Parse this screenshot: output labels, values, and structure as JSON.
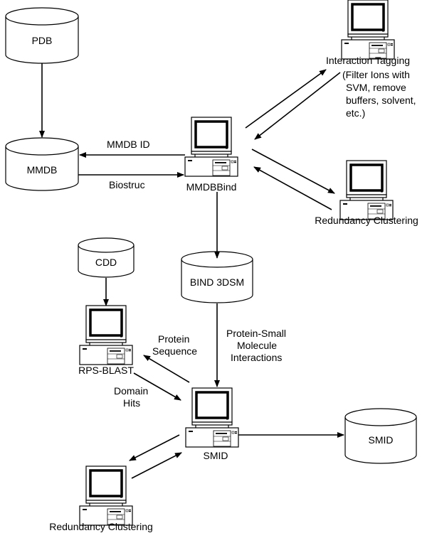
{
  "diagram": {
    "title": "",
    "databases": {
      "pdb": {
        "label": "PDB"
      },
      "mmdb": {
        "label": "MMDB"
      },
      "cdd": {
        "label": "CDD"
      },
      "bind3dsm": {
        "label": "BIND 3DSM"
      },
      "smid_db": {
        "label": "SMID"
      }
    },
    "computers": {
      "mmdbbind": {
        "label": "MMDBBind"
      },
      "interaction_tagging": {
        "label": "Interaction Tagging",
        "note_lines": [
          "(Filter Ions with",
          "SVM, remove",
          "buffers, solvent,",
          "etc.)"
        ]
      },
      "redundancy_top": {
        "label": "Redundancy Clustering"
      },
      "rps_blast": {
        "label": "RPS-BLAST"
      },
      "smid": {
        "label": "SMID"
      },
      "redundancy_bottom": {
        "label": "Redundancy Clustering"
      }
    },
    "edges": {
      "mmdb_id": {
        "label": "MMDB ID"
      },
      "biostruc": {
        "label": "Biostruc"
      },
      "protein_sequence": {
        "lines": [
          "Protein",
          "Sequence"
        ]
      },
      "domain_hits": {
        "lines": [
          "Domain",
          "Hits"
        ]
      },
      "protein_small_molecule": {
        "lines": [
          "Protein-Small",
          "Molecule",
          "Interactions"
        ]
      }
    }
  }
}
